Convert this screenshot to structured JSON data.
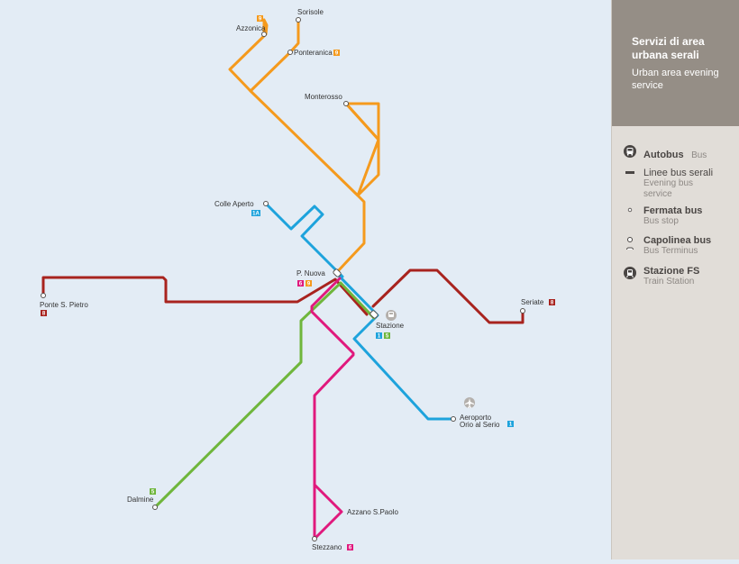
{
  "legend": {
    "title": "Servizi di area urbana serali",
    "subtitle": "Urban area evening service",
    "autobus": {
      "it": "Autobus",
      "en": "Bus"
    },
    "lines": {
      "it": "Linee bus serali",
      "en": "Evening bus service"
    },
    "stop": {
      "it": "Fermata bus",
      "en": "Bus stop"
    },
    "terminus": {
      "it": "Capolinea bus",
      "en": "Bus Terminus"
    },
    "station": {
      "it": "Stazione FS",
      "en": "Train Station"
    }
  },
  "colors": {
    "line_1": "#1ea3dc",
    "line_1A": "#1ea3dc",
    "line_5": "#6fb63c",
    "line_6": "#e0197d",
    "line_8": "#a8231e",
    "line_9": "#f59a1d"
  },
  "stops": {
    "sorisole": {
      "name": "Sorisole"
    },
    "azzonica": {
      "name": "Azzonica",
      "badge": "9"
    },
    "ponteranica": {
      "name": "Ponteranica",
      "badge": "9"
    },
    "monterosso": {
      "name": "Monterosso"
    },
    "colle_aperto": {
      "name": "Colle Aperto",
      "badge": "1A"
    },
    "p_nuova": {
      "name": "P. Nuova",
      "badges": [
        "6",
        "9"
      ]
    },
    "ponte_s_pietro": {
      "name": "Ponte S. Pietro",
      "badge": "8"
    },
    "seriate": {
      "name": "Seriate",
      "badge": "8"
    },
    "stazione": {
      "name": "Stazione",
      "badges": [
        "1",
        "5"
      ]
    },
    "aeroporto": {
      "name1": "Aeroporto",
      "name2": "Orio al Serio",
      "badge": "1"
    },
    "dalmine": {
      "name": "Dalmine",
      "badge": "5"
    },
    "azzano": {
      "name": "Azzano S.Paolo"
    },
    "stezzano": {
      "name": "Stezzano",
      "badge": "6"
    }
  }
}
